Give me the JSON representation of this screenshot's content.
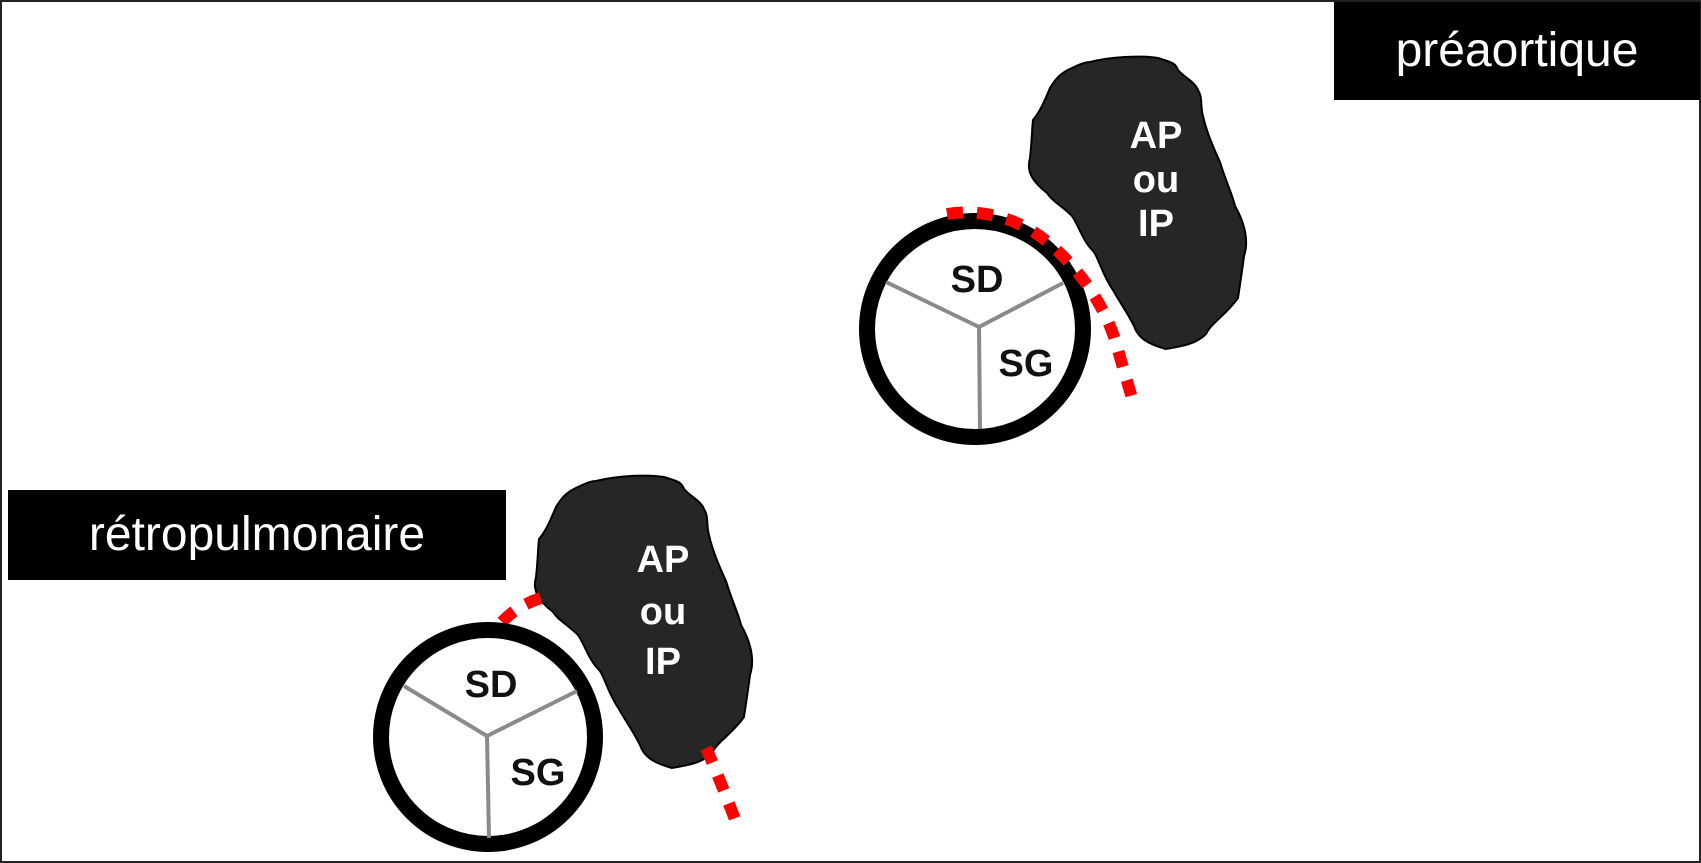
{
  "labels": {
    "preaortic": "préaortique",
    "retropulmonary": "rétropulmonaire"
  },
  "vessel_text": {
    "line1": "AP",
    "line2": "ou",
    "line3": "IP"
  },
  "bronchus_text": {
    "right": "SD",
    "left": "SG"
  },
  "colors": {
    "vessel_fill": "#262626",
    "path_dash": "#ff0000",
    "divider": "#8a8a8a",
    "ring": "#000000"
  }
}
